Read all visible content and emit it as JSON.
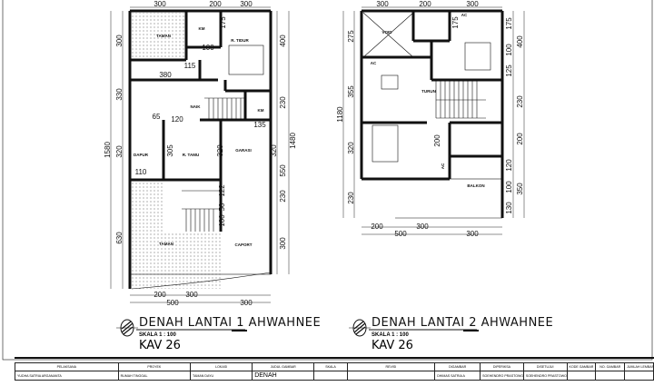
{
  "plan1": {
    "top_dims": [
      "300",
      "200",
      "300"
    ],
    "left_dims": [
      "300",
      "330",
      "320",
      "630"
    ],
    "left_total": "1580",
    "right_dims": [
      "400",
      "230",
      "320",
      "550",
      "230",
      "300"
    ],
    "right_total": "1480",
    "rooms": {
      "taman_top": "TAMAN",
      "km1": "KM",
      "r_tidur": "R. TIDUR",
      "naik": "NAIK",
      "km2": "KM",
      "dapur": "DAPUR",
      "r_tamu": "R. TAMU",
      "garasi": "GARASI",
      "taman_bottom": "TAMAN",
      "caport": "CAPORT"
    },
    "inner_dims": {
      "d175": "175",
      "d100": "100",
      "d115": "115",
      "d380": "380",
      "d65": "65",
      "d120": "120",
      "d135": "135",
      "d305": "305",
      "d320": "320",
      "d110": "110",
      "d122": "122",
      "d50": "50",
      "d100b": "100"
    },
    "bottom_dims": [
      "200",
      "300"
    ],
    "bottom_totals": [
      "500",
      "300"
    ],
    "title": "DENAH  LANTAI  1  AHWAHNEE",
    "scale": "SKALA    1  : 100",
    "kav": "KAV  26"
  },
  "plan2": {
    "top_dims": [
      "300",
      "200",
      "300"
    ],
    "left_dims": [
      "275",
      "355",
      "320",
      "230"
    ],
    "left_total": "1180",
    "right_inner": [
      "175",
      "100",
      "125",
      "120",
      "100",
      "130"
    ],
    "right_outer": [
      "400",
      "230",
      "200",
      "350"
    ],
    "rooms": {
      "void": "VOID",
      "ac1": "AC",
      "ac2": "AC",
      "turun": "TURUN",
      "ac3": "AC",
      "balkon": "BALKON"
    },
    "inner_dims": {
      "d175": "175",
      "d200": "200"
    },
    "bottom_dims": [
      "200",
      "300"
    ],
    "bottom_totals": [
      "500",
      "300"
    ],
    "title": "DENAH  LANTAI  2  AHWAHNEE",
    "scale": "SKALA    1  : 100",
    "kav": "KAV  26"
  },
  "title_block": {
    "headers": [
      "PELAKSANA",
      "PROYEK",
      "LOKASI",
      "JUDUL GAMBAR",
      "SKALA",
      "REVISI",
      "DIGAMBAR",
      "DIPERIKSA",
      "DISETUJUI",
      "KODE GAMBAR",
      "NO. GAMBAR",
      "JUMLAH LEMBAR"
    ],
    "values": [
      "YUDHA SATRIA ARGANANTA",
      "RUMAH TINGGAL",
      "TAMAN DAYU",
      "DENAH",
      "",
      "",
      "DHIMAS SATRIA A",
      "SOEHENDRO PRASTOWO",
      "SOEHENDRO PRASTOWO",
      "",
      "",
      ""
    ]
  }
}
